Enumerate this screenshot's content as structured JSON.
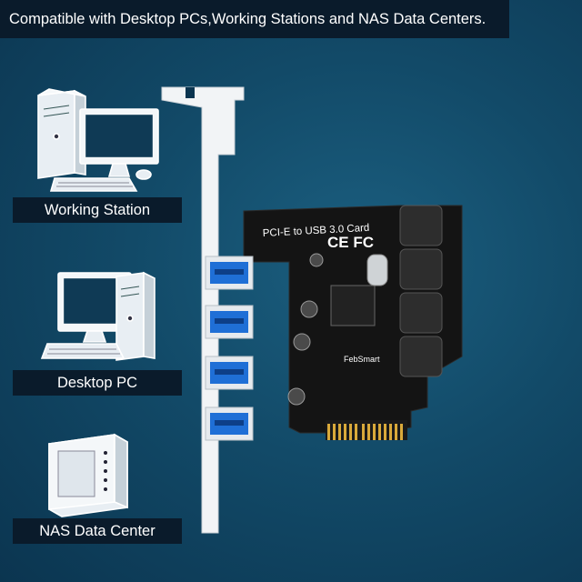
{
  "banner": {
    "text": "Compatible with Desktop PCs,Working Stations and NAS Data Centers."
  },
  "devices": [
    {
      "label": "Working Station",
      "icon": "workstation-icon"
    },
    {
      "label": "Desktop PC",
      "icon": "desktop-pc-icon"
    },
    {
      "label": "NAS Data Center",
      "icon": "nas-icon"
    }
  ],
  "card": {
    "title": "PCI-E to USB 3.0 Card",
    "brand": "FebSmart",
    "cert_marks": "CE FC",
    "usb_port_count": 4,
    "sata_power_count": 4
  },
  "colors": {
    "background": "#124a68",
    "label_box": "#0a1b2b",
    "usb_blue": "#1f6fd6",
    "pcb": "#111111",
    "gold_finger": "#d9a93a"
  }
}
